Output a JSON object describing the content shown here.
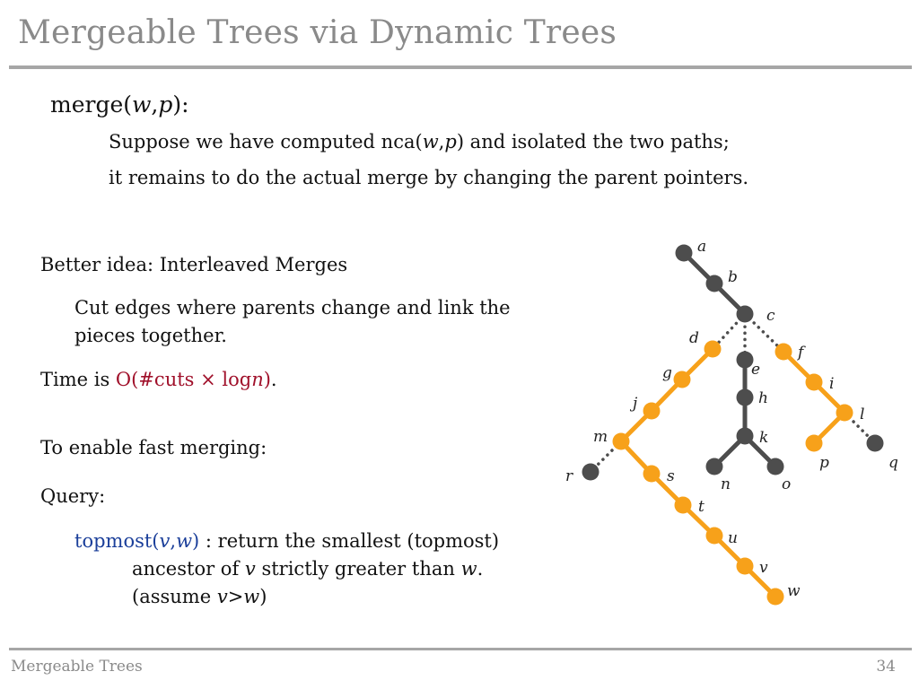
{
  "slide": {
    "title": "Mergeable Trees via Dynamic Trees",
    "footer_left": "Mergeable Trees",
    "page_number": "34"
  },
  "merge": {
    "func": "merge(",
    "arg_w": "w",
    "comma": ",",
    "arg_p": "p",
    "close": "):",
    "line1_pre": "Suppose we have computed  nca(",
    "line1_w": "w",
    "line1_comma": ",",
    "line1_p": "p",
    "line1_post": ")  and isolated the two paths;",
    "line2": "it remains to do the actual merge by changing the parent pointers."
  },
  "left": {
    "better_idea": "Better idea: Interleaved Merges",
    "cut_line1": "Cut edges where parents change and link the",
    "cut_line2": "pieces together.",
    "time_pre": "Time is ",
    "time_formula_a": "O(#cuts × log",
    "time_formula_n": "n",
    "time_formula_b": ")",
    "time_post": ".",
    "enable": "To enable fast merging:",
    "query": "Query:",
    "topmost_a": "topmost(",
    "topmost_v": "v",
    "topmost_comma": ",",
    "topmost_w": "w",
    "topmost_b": ")",
    "topmost_rest": " :  return the smallest (topmost)",
    "ancestor_pre": "ancestor of ",
    "ancestor_v": "v",
    "ancestor_mid": " strictly greater than ",
    "ancestor_w": "w",
    "ancestor_post": ".",
    "assume_pre": "(assume ",
    "assume_v": "v",
    "assume_gt": ">",
    "assume_w": "w",
    "assume_post": ")"
  },
  "tree": {
    "colors": {
      "dark": "#4d4d4d",
      "orange": "#f7a11a"
    },
    "nodes": [
      {
        "id": "a",
        "color": "dark"
      },
      {
        "id": "b",
        "color": "dark"
      },
      {
        "id": "c",
        "color": "dark"
      },
      {
        "id": "d",
        "color": "orange"
      },
      {
        "id": "e",
        "color": "dark"
      },
      {
        "id": "f",
        "color": "orange"
      },
      {
        "id": "g",
        "color": "orange"
      },
      {
        "id": "h",
        "color": "dark"
      },
      {
        "id": "i",
        "color": "orange"
      },
      {
        "id": "j",
        "color": "orange"
      },
      {
        "id": "k",
        "color": "dark"
      },
      {
        "id": "l",
        "color": "orange"
      },
      {
        "id": "m",
        "color": "orange"
      },
      {
        "id": "n",
        "color": "dark"
      },
      {
        "id": "o",
        "color": "dark"
      },
      {
        "id": "p",
        "color": "orange"
      },
      {
        "id": "q",
        "color": "dark"
      },
      {
        "id": "r",
        "color": "dark"
      },
      {
        "id": "s",
        "color": "orange"
      },
      {
        "id": "t",
        "color": "orange"
      },
      {
        "id": "u",
        "color": "orange"
      },
      {
        "id": "v",
        "color": "orange"
      },
      {
        "id": "w",
        "color": "orange"
      }
    ],
    "edges": [
      {
        "from": "a",
        "to": "b",
        "style": "solid",
        "color": "dark"
      },
      {
        "from": "b",
        "to": "c",
        "style": "solid",
        "color": "dark"
      },
      {
        "from": "c",
        "to": "d",
        "style": "dotted",
        "color": "dark"
      },
      {
        "from": "c",
        "to": "e",
        "style": "dotted",
        "color": "dark"
      },
      {
        "from": "c",
        "to": "f",
        "style": "dotted",
        "color": "dark"
      },
      {
        "from": "e",
        "to": "h",
        "style": "solid",
        "color": "dark"
      },
      {
        "from": "h",
        "to": "k",
        "style": "solid",
        "color": "dark"
      },
      {
        "from": "k",
        "to": "n",
        "style": "solid",
        "color": "dark"
      },
      {
        "from": "k",
        "to": "o",
        "style": "solid",
        "color": "dark"
      },
      {
        "from": "d",
        "to": "g",
        "style": "solid",
        "color": "orange"
      },
      {
        "from": "g",
        "to": "j",
        "style": "solid",
        "color": "orange"
      },
      {
        "from": "j",
        "to": "m",
        "style": "solid",
        "color": "orange"
      },
      {
        "from": "m",
        "to": "r",
        "style": "dotted",
        "color": "dark"
      },
      {
        "from": "m",
        "to": "s",
        "style": "solid",
        "color": "orange"
      },
      {
        "from": "s",
        "to": "t",
        "style": "solid",
        "color": "orange"
      },
      {
        "from": "t",
        "to": "u",
        "style": "solid",
        "color": "orange"
      },
      {
        "from": "u",
        "to": "v",
        "style": "solid",
        "color": "orange"
      },
      {
        "from": "v",
        "to": "w",
        "style": "solid",
        "color": "orange"
      },
      {
        "from": "f",
        "to": "i",
        "style": "solid",
        "color": "orange"
      },
      {
        "from": "i",
        "to": "l",
        "style": "solid",
        "color": "orange"
      },
      {
        "from": "l",
        "to": "p",
        "style": "solid",
        "color": "orange"
      },
      {
        "from": "l",
        "to": "q",
        "style": "dotted",
        "color": "dark"
      }
    ]
  }
}
